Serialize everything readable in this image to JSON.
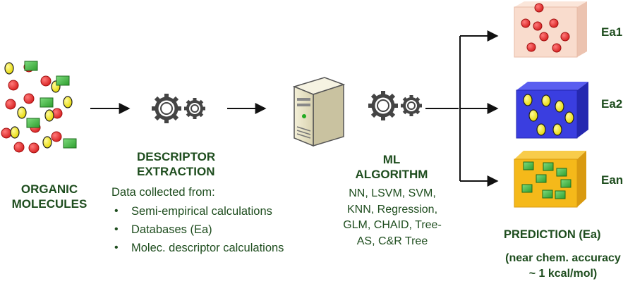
{
  "left": {
    "title_line1": "ORGANIC",
    "title_line2": "MOLECULES"
  },
  "descriptor": {
    "title_line1": "DESCRIPTOR",
    "title_line2": "EXTRACTION",
    "intro": "Data collected  from:",
    "bullets": [
      "Semi-empirical calculations",
      "Databases (Ea)",
      "Molec. descriptor calculations"
    ]
  },
  "ml": {
    "title_line1": "ML",
    "title_line2": "ALGORITHM",
    "algorithms": [
      "NN, LSVM, SVM,",
      "KNN, Regression,",
      "GLM, CHAID, Tree-",
      "AS, C&R Tree"
    ]
  },
  "outputs": {
    "labels": [
      "Ea1",
      "Ea2",
      "Ean"
    ]
  },
  "prediction": {
    "title": "PREDICTION (Ea)",
    "note_line1": "(near chem. accuracy",
    "note_line2": "~ 1 kcal/mol)"
  },
  "colors": {
    "text_green": "#1e4d1e",
    "red_molecule": "#e63030",
    "yellow_molecule": "#f2ea1c",
    "green_molecule": "#3dbb3d",
    "box_pink": "#f8d7c8",
    "box_blue": "#3a3ee0",
    "box_orange": "#f5b91a",
    "gear_gray": "#555555"
  },
  "icons": [
    "molecule-cluster-icon",
    "gears-icon",
    "server-icon",
    "gears-icon",
    "arrow-right-icon",
    "cube-icon"
  ]
}
